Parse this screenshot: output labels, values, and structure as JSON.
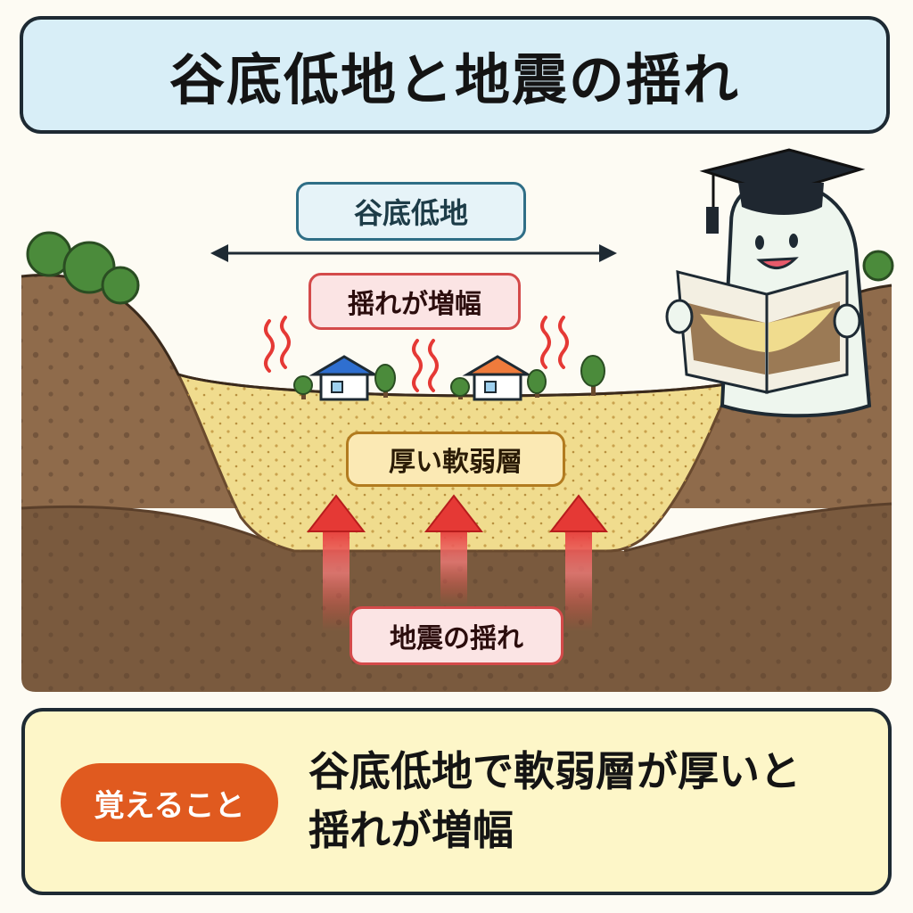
{
  "title": "谷底低地と地震の揺れ",
  "labels": {
    "valley": "谷底低地",
    "amplification": "揺れが増幅",
    "thick_soft_layer": "厚い軟弱層",
    "earthquake_shaking": "地震の揺れ"
  },
  "memo": {
    "badge": "覚えること",
    "line1": "谷底低地で軟弱層が厚いと",
    "line2": "揺れが増幅"
  },
  "colors": {
    "title_bg": "#d8eef7",
    "bedrock": "#7a5a3e",
    "upper_ground": "#8f6b4b",
    "soft_layer": "#f0dc8e",
    "arrow_red": "#e53935",
    "memo_bg": "#fdf6c8",
    "badge_orange": "#e05a1f"
  },
  "icons": [
    "house-blue-roof-icon",
    "house-orange-roof-icon",
    "tree-icon",
    "shake-wave-icon",
    "graduation-cap-icon"
  ]
}
